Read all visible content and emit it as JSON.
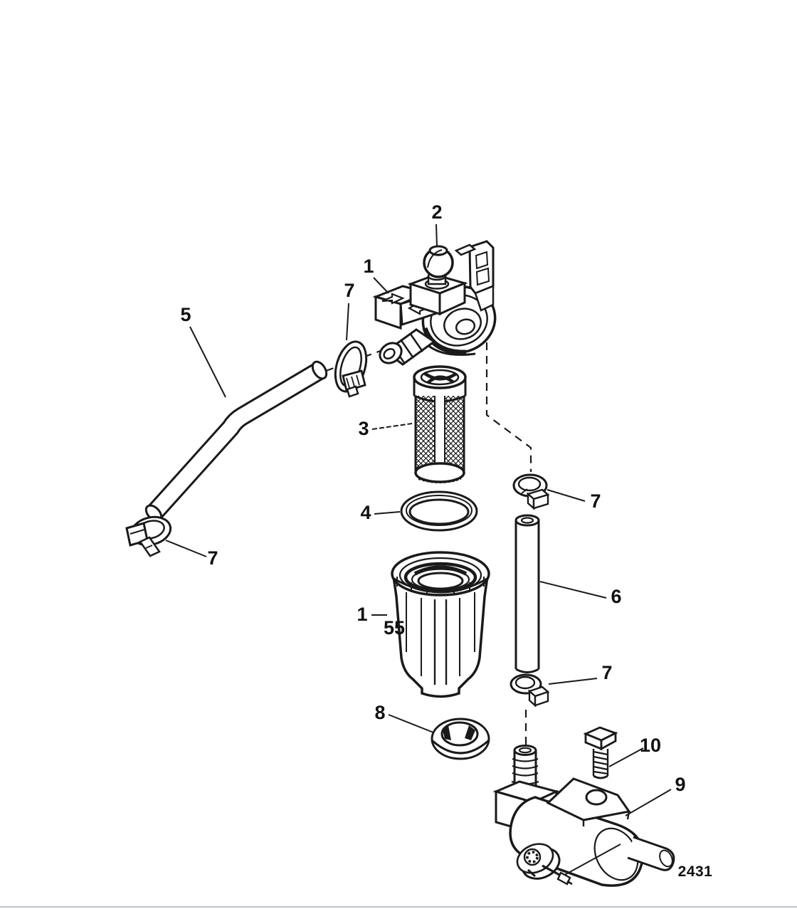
{
  "diagram": {
    "figure_number": "2431",
    "callouts": {
      "head": {
        "label": "1"
      },
      "ball": {
        "label": "2"
      },
      "element": {
        "label": "3"
      },
      "seal": {
        "label": "4"
      },
      "hose": {
        "label": "5"
      },
      "bowl": {
        "label": "1"
      },
      "bowl_55": {
        "label": "55"
      },
      "tube": {
        "label": "6"
      },
      "clamp_head": {
        "label": "7"
      },
      "clamp_hose": {
        "label": "7"
      },
      "clamp_tube_top": {
        "label": "7"
      },
      "clamp_tube_bottom": {
        "label": "7"
      },
      "spacer": {
        "label": "8"
      },
      "pump": {
        "label": "9"
      },
      "bolt": {
        "label": "10"
      }
    },
    "colors": {
      "ink": "#1a1a1a",
      "background": "#ffffff",
      "bottom_rule": "#bfc5cd"
    }
  }
}
